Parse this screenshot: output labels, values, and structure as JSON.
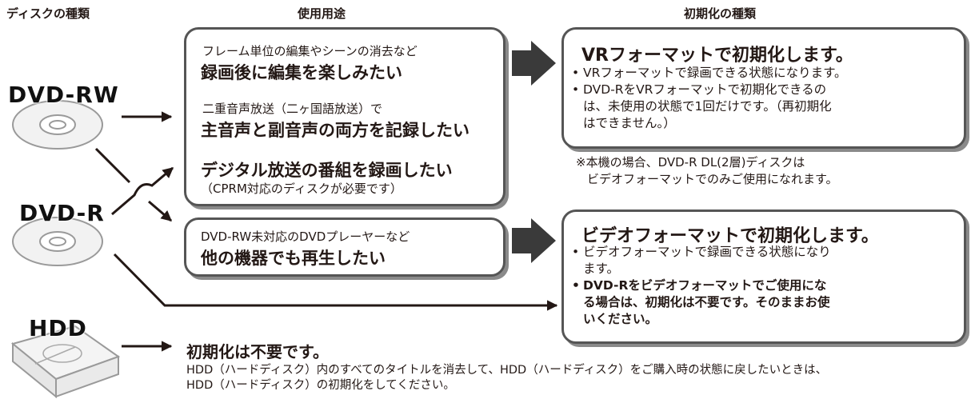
{
  "headers": {
    "disc_type": "ディスクの種類",
    "usage": "使用用途",
    "init_type": "初期化の種類"
  },
  "discs": {
    "dvd_rw": "DVD-RW",
    "dvd_r": "DVD-R",
    "hdd": "HDD"
  },
  "usage_box_1": {
    "line1_small": "フレーム単位の編集やシーンの消去など",
    "line1_big": "録画後に編集を楽しみたい",
    "line2_small": "二重音声放送（二ヶ国語放送）で",
    "line2_big": "主音声と副音声の両方を記録したい",
    "line3_big": "デジタル放送の番組を録画したい",
    "line3_small": "（CPRM対応のディスクが必要です）"
  },
  "usage_box_2": {
    "small": "DVD-RW未対応のDVDプレーヤーなど",
    "big": "他の機器でも再生したい"
  },
  "vr_result": {
    "title": "VRフォーマットで初期化します。",
    "bullet1": "VRフォーマットで録画できる状態になります。",
    "bullet2_l1": "DVD-RをVRフォーマットで初期化できるの",
    "bullet2_l2": "は、未使用の状態で1回だけです。（再初期化",
    "bullet2_l3": "はできません。）"
  },
  "note": {
    "line1": "※本機の場合、DVD-R DL(2層)ディスクは",
    "line2": "ビデオフォーマットでのみご使用になれます。"
  },
  "video_result": {
    "title": "ビデオフォーマットで初期化します。",
    "bullet1_l1": "ビデオフォーマットで録画できる状態になり",
    "bullet1_l2": "ます。",
    "bullet2_l1": "DVD-Rをビデオフォーマットでご使用にな",
    "bullet2_l2": "る場合は、初期化は不要です。そのままお使",
    "bullet2_l3": "いください。"
  },
  "hdd_result": {
    "title": "初期化は不要です。",
    "line1": "HDD（ハードディスク）内のすべてのタイトルを消去して、HDD（ハードディスク）をご購入時の状態に戻したいときは、",
    "line2": "HDD（ハードディスク）の初期化をしてください。"
  }
}
